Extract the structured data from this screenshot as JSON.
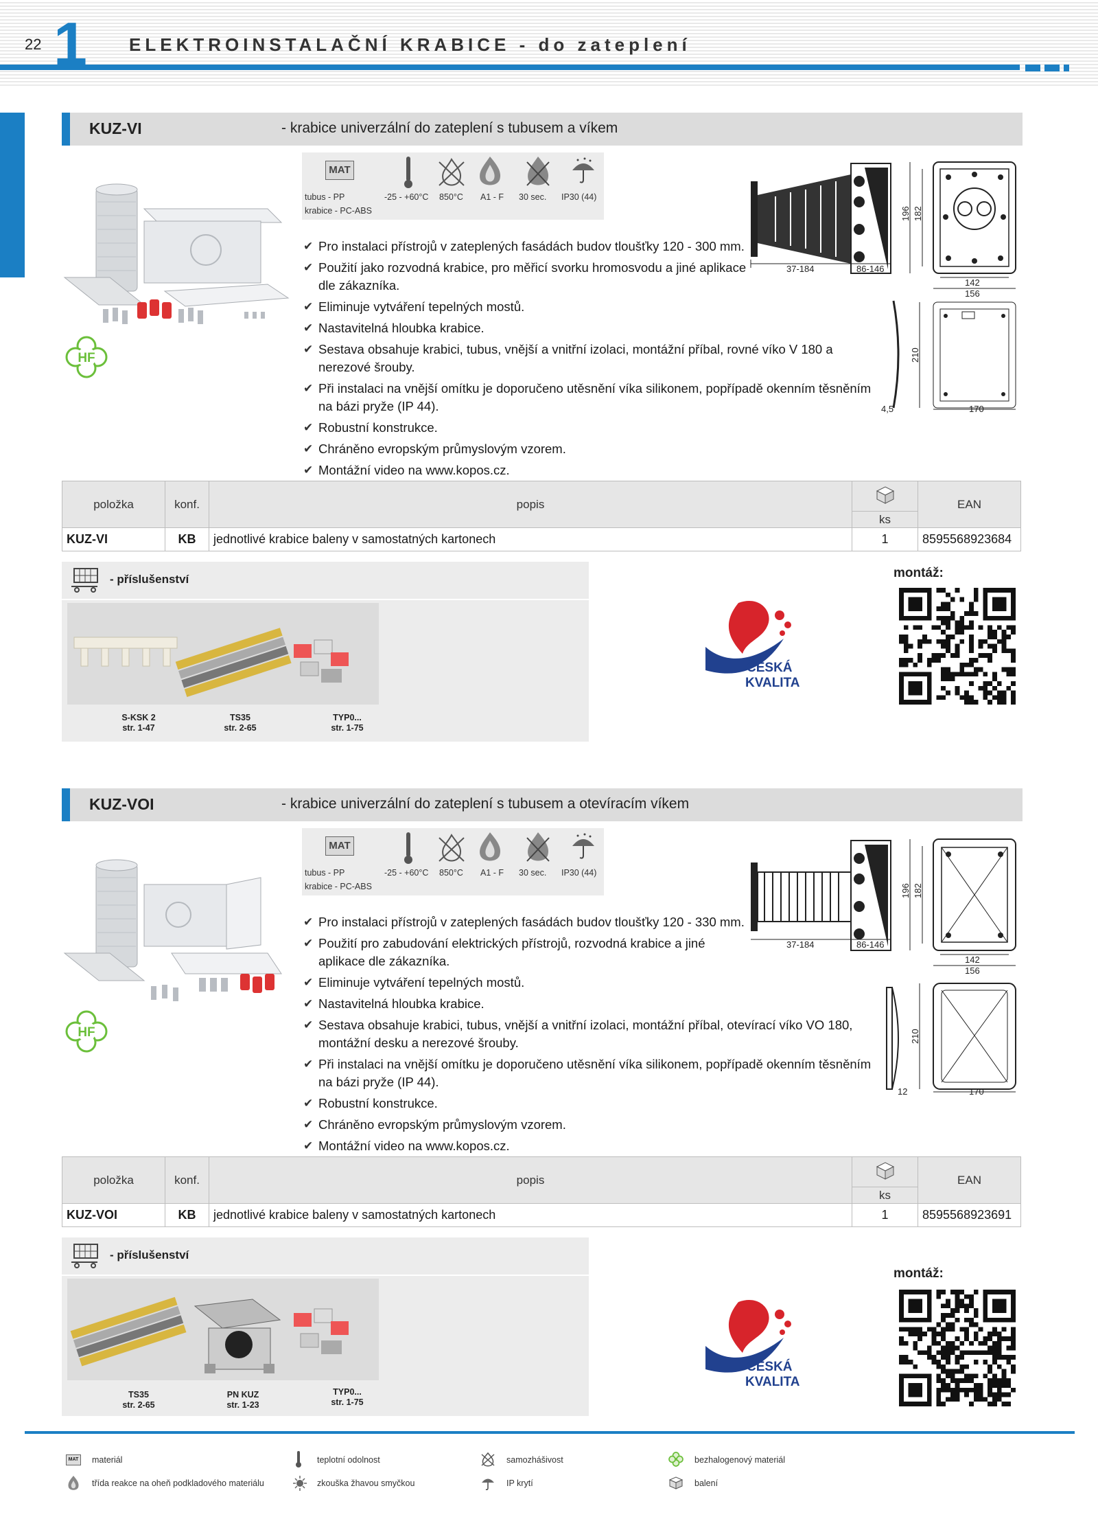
{
  "header": {
    "page_number": "22",
    "chapter_number": "1",
    "chapter_title": "ELEKTROINSTALAČNÍ KRABICE - do zateplení"
  },
  "specs": {
    "mat_label": "MAT",
    "material_line1": "tubus - PP",
    "material_line2": "krabice - PC-ABS",
    "temperature": "-25 - +60°C",
    "glow_wire": "850°C",
    "fire_class": "A1 - F",
    "self_ext": "30 sec.",
    "ip_rating": "IP30 (44)"
  },
  "hf_label": "HF",
  "products": [
    {
      "code": "KUZ-VI",
      "subtitle": "- krabice univerzální do zateplení s tubusem a víkem",
      "bullets": [
        "Pro instalaci přístrojů v zateplených fasádách budov tloušťky 120 - 300 mm.",
        "Použití jako rozvodná krabice, pro měřicí svorku hromosvodu a jiné aplikace dle zákazníka.",
        "Eliminuje vytváření tepelných mostů.",
        "Nastavitelná hloubka krabice.",
        "Sestava obsahuje krabici, tubus, vnější a vnitřní izolaci, montážní příbal, rovné víko V 180 a nerezové šrouby.",
        "Při instalaci na vnější omítku je doporučeno utěsnění víka silikonem, popřípadě okenním těsněním na bázi pryže (IP 44).",
        "Robustní konstrukce.",
        "Chráněno evropským průmyslovým vzorem.",
        "Montážní video na www.kopos.cz."
      ],
      "dims": {
        "d1": "37-184",
        "d2": "86-146",
        "h1": "196",
        "h2": "182",
        "w1": "142",
        "w2": "156",
        "h3": "210",
        "w3": "170",
        "t": "4,5"
      },
      "table": {
        "h_item": "položka",
        "h_conf": "konf.",
        "h_desc": "popis",
        "h_ks": "ks",
        "h_ean": "EAN",
        "item": "KUZ-VI",
        "conf": "KB",
        "desc": "jednotlivé krabice baleny v samostatných kartonech",
        "ks": "1",
        "ean": "8595568923684"
      },
      "accessories_title": "- příslušenství",
      "accessories": [
        {
          "name": "S-KSK 2",
          "page": "str. 1-47"
        },
        {
          "name": "TS35",
          "page": "str. 2-65"
        },
        {
          "name": "TYP0...",
          "page": "str. 1-75"
        }
      ],
      "montaz": "montáž:"
    },
    {
      "code": "KUZ-VOI",
      "subtitle": "- krabice univerzální do zateplení s tubusem a otevíracím víkem",
      "bullets": [
        "Pro instalaci přístrojů v zateplených fasádách budov tloušťky 120 - 330 mm.",
        "Použití pro zabudování elektrických přístrojů, rozvodná krabice a jiné aplikace dle zákazníka.",
        "Eliminuje vytváření tepelných mostů.",
        "Nastavitelná hloubka krabice.",
        "Sestava obsahuje krabici, tubus, vnější a vnitřní izolaci, montážní příbal, otevírací víko VO 180, montážní desku a nerezové šrouby.",
        "Při instalaci na vnější omítku je doporučeno utěsnění víka silikonem, popřípadě okenním těsněním na bázi pryže (IP 44).",
        "Robustní konstrukce.",
        "Chráněno evropským průmyslovým vzorem.",
        "Montážní video na www.kopos.cz."
      ],
      "dims": {
        "d1": "37-184",
        "d2": "86-146",
        "h1": "196",
        "h2": "182",
        "w1": "142",
        "w2": "156",
        "h3": "210",
        "w3": "170",
        "t": "12"
      },
      "table": {
        "h_item": "položka",
        "h_conf": "konf.",
        "h_desc": "popis",
        "h_ks": "ks",
        "h_ean": "EAN",
        "item": "KUZ-VOI",
        "conf": "KB",
        "desc": "jednotlivé krabice baleny v samostatných kartonech",
        "ks": "1",
        "ean": "8595568923691"
      },
      "accessories_title": "- příslušenství",
      "accessories": [
        {
          "name": "TS35",
          "page": "str. 2-65"
        },
        {
          "name": "PN KUZ",
          "page": "str. 1-23"
        },
        {
          "name": "TYP0...",
          "page": "str. 1-75"
        }
      ],
      "montaz": "montáž:"
    }
  ],
  "quality_logo": {
    "line1": "ČESKÁ",
    "line2": "KVALITA"
  },
  "legend": [
    {
      "icon": "mat-icon",
      "text": "materiál"
    },
    {
      "icon": "thermometer-icon",
      "text": "teplotní odolnost"
    },
    {
      "icon": "self-extinguishing-icon",
      "text": "samozhášivost"
    },
    {
      "icon": "halogen-free-icon",
      "text": "bezhalogenový materiál"
    },
    {
      "icon": "flame-icon",
      "text": "třída reakce na oheň podkladového materiálu"
    },
    {
      "icon": "glow-wire-icon",
      "text": "zkouška žhavou smyčkou"
    },
    {
      "icon": "ip-umbrella-icon",
      "text": "IP krytí"
    },
    {
      "icon": "box-icon",
      "text": "balení"
    }
  ],
  "colors": {
    "brand_blue": "#1b7fc4",
    "hf_green": "#6bbf3a",
    "quality_red": "#d7242b",
    "quality_blue": "#21418f"
  }
}
